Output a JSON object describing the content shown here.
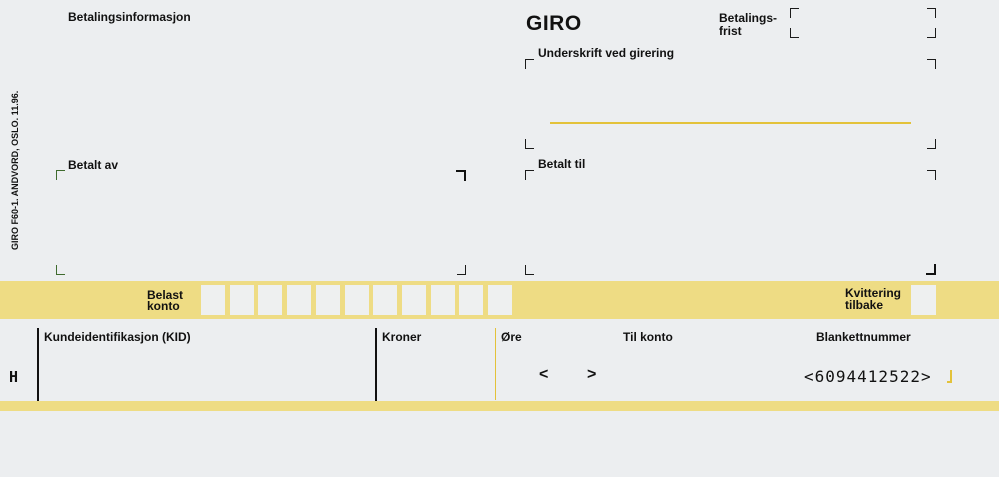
{
  "form": {
    "side_text": "GIRO F60-1.   ANDVORD, OSLO. 11.96.",
    "title": "GIRO",
    "betalingsinformasjon": "Betalingsinformasjon",
    "betalingsfrist_1": "Betalings-",
    "betalingsfrist_2": "frist",
    "underskrift": "Underskrift ved girering",
    "betalt_av": "Betalt av",
    "betalt_til": "Betalt til",
    "belast_1": "Belast",
    "belast_2": "konto",
    "kvittering_1": "Kvittering",
    "kvittering_2": "tilbake",
    "kid_label": "Kundeidentifikasjon (KID)",
    "kroner_label": "Kroner",
    "ore_label": "Øre",
    "til_konto_label": "Til konto",
    "blankettnummer_label": "Blankettnummer",
    "h_marker": "H",
    "arrow_left": "<",
    "arrow_right": ">",
    "blankettnummer_value": "<6094412522>"
  },
  "colors": {
    "yellow_band": "#eedc84",
    "paper": "#eceef0",
    "line_yellow": "#e3c23a"
  },
  "account_boxes": 11
}
